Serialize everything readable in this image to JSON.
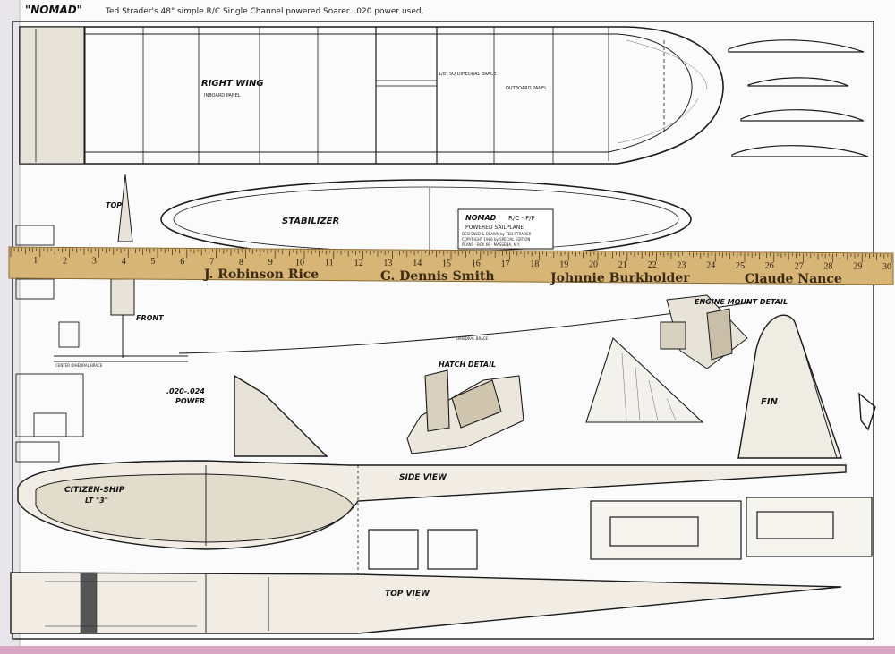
{
  "header": {
    "title": "\"NOMAD\"",
    "subtitle": "Ted Strader's 48\" simple R/C Single Channel powered Soarer. .020 power used."
  },
  "wing": {
    "label": "RIGHT WING",
    "inboard": "INBOARD PANEL",
    "outboard": "OUTBOARD PANEL",
    "brace": "1/8\" SQ DIHEDRAL BRACE"
  },
  "stabilizer": {
    "label": "STABILIZER"
  },
  "title_block": {
    "name": "NOMAD",
    "class": "R/C - F/F",
    "line1": "POWERED SAILPLANE",
    "line2": "DESIGNED & DRAWN by TED STRADER",
    "line3": "COPYRIGHT 1986 by SPECIAL EDITION",
    "line4": "PLANS - BOX 69 - MASSENA, N.Y."
  },
  "labels": {
    "top": "TOP",
    "front": "FRONT",
    "power": ".020-.024\nPOWER",
    "hatch_detail": "HATCH DETAIL",
    "engine_mount_detail": "ENGINE MOUNT DETAIL",
    "fin": "FIN",
    "side_view": "SIDE VIEW",
    "top_view": "TOP VIEW",
    "citizen_ship": "CITIZEN-SHIP",
    "lt": "LT \"3\"",
    "dihedral_brace": "DIHEDRAL BRACE",
    "center_brace": "CENTER DIHEDRAL BRACE"
  },
  "ruler": {
    "numbers": [
      "1",
      "2",
      "3",
      "4",
      "5",
      "6",
      "7",
      "8",
      "9",
      "10",
      "11",
      "12",
      "13",
      "14",
      "15",
      "16",
      "17",
      "18",
      "19",
      "20",
      "21",
      "22",
      "23",
      "24",
      "25",
      "26",
      "27",
      "28",
      "29",
      "30"
    ],
    "names": [
      "J. Robinson Rice",
      "G. Dennis Smith",
      "Johnnie Burkholder",
      "Claude Nance"
    ]
  },
  "colors": {
    "paper": "#fbfbfb",
    "line": "#1a1a1a",
    "ruler": "#d7b577",
    "background": "#d9a6c4"
  }
}
